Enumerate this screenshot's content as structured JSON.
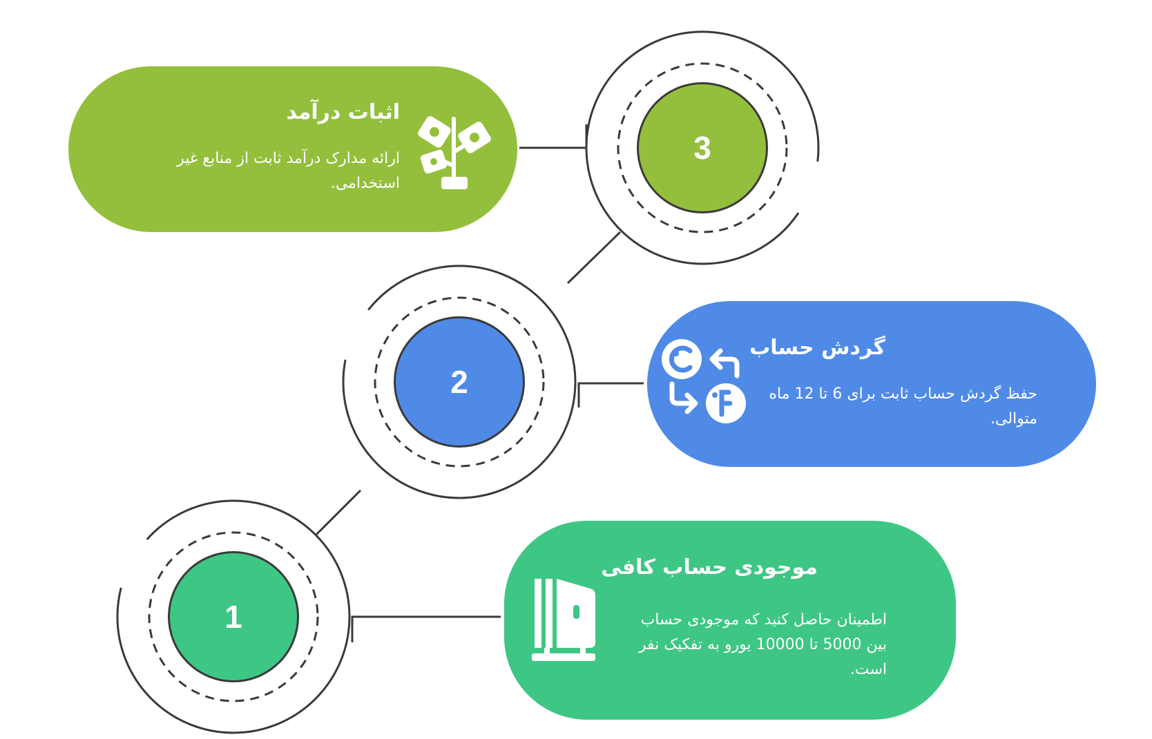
{
  "colors": {
    "green_light": "#94bf3d",
    "blue": "#4f8ae6",
    "green": "#3ec685",
    "outline": "#3a3a3a"
  },
  "steps": [
    {
      "number": "3",
      "title": "اثبات درآمد",
      "description": "ارائه مدارک درآمد ثابت از منابع غیر استخدامی.",
      "icon": "plant-money-icon",
      "color": "#94bf3d"
    },
    {
      "number": "2",
      "title": "گردش حساب",
      "description": "حفظ گردش حساب ثابت برای 6 تا 12 ماه متوالی.",
      "icon": "currency-exchange-icon",
      "color": "#4f8ae6"
    },
    {
      "number": "1",
      "title": "موجودی حساب کافی",
      "description": "اطمینان حاصل کنید که موجودی حساب بین 5000 تا 10000 یورو به تفکیک نفر است.",
      "icon": "safe-vault-icon",
      "color": "#3ec685"
    }
  ]
}
